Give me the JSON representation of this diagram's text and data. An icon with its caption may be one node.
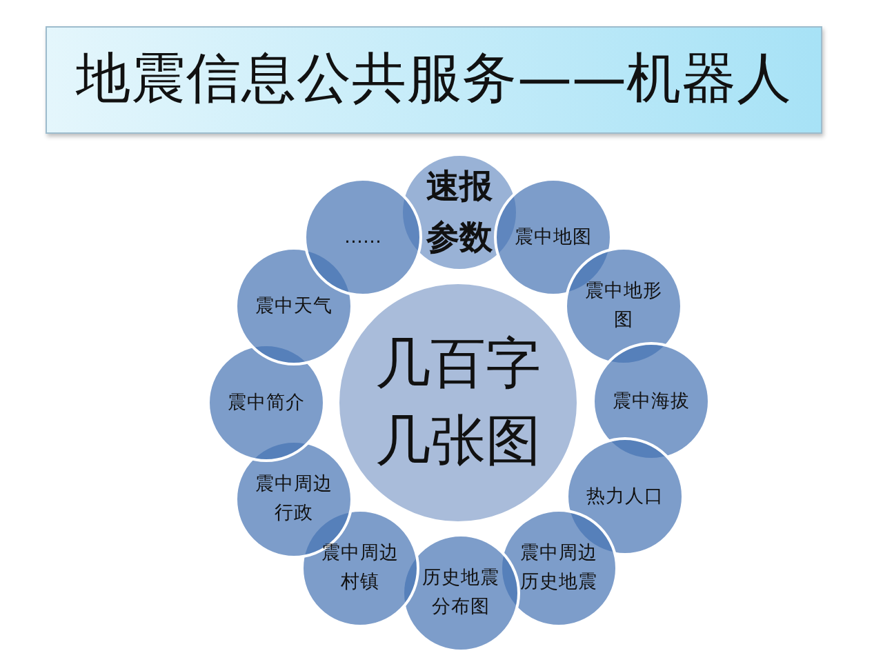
{
  "diagram": {
    "title": "地震信息公共服务——机器人",
    "nodes": [
      {
        "text": [
          "几百字几张图"
        ]
      },
      {
        "text": [
          "速报参数"
        ]
      },
      {
        "text": [
          "震中地图"
        ]
      },
      {
        "text": [
          "震中地形图"
        ]
      },
      {
        "text": [
          "震中海拔"
        ]
      },
      {
        "text": [
          "热力人口"
        ]
      },
      {
        "text": [
          "震中周边历史地震"
        ]
      },
      {
        "text": [
          "历史地震分布图"
        ]
      },
      {
        "text": [
          "震中周边村镇"
        ]
      },
      {
        "text": [
          "震中周边行政"
        ]
      },
      {
        "text": [
          "震中简介"
        ]
      },
      {
        "text": [
          "震中天气"
        ]
      },
      {
        "text": [
          "……"
        ]
      }
    ]
  }
}
